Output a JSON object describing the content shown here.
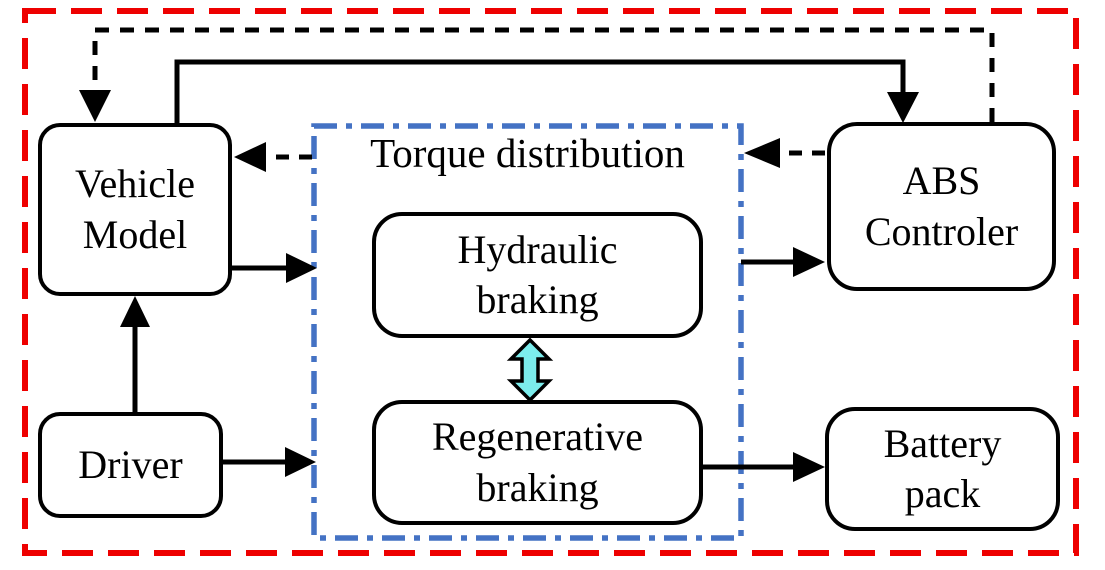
{
  "labels": {
    "torque_distribution": "Torque distribution"
  },
  "boxes": {
    "vehicle_model": {
      "line1": "Vehicle",
      "line2": "Model"
    },
    "driver": {
      "line1": "Driver"
    },
    "abs_controller": {
      "line1": "ABS",
      "line2": "Controler"
    },
    "battery_pack": {
      "line1": "Battery",
      "line2": "pack"
    },
    "hydraulic_braking": {
      "line1": "Hydraulic",
      "line2": "braking"
    },
    "regenerative_braking": {
      "line1": "Regenerative",
      "line2": "braking"
    }
  },
  "colors": {
    "outer_border_red": "#EE0000",
    "torque_group_border_blue": "#4472C4",
    "line_black": "#000000",
    "bidirectional_arrow_cyan": "#7CEDED",
    "box_fill": "#FFFFFF"
  },
  "connections": [
    {
      "from": "Vehicle Model",
      "to": "ABS Controler",
      "style": "solid",
      "route": "over-top"
    },
    {
      "from": "ABS Controler",
      "to": "Vehicle Model",
      "style": "dashed",
      "route": "over-top"
    },
    {
      "from": "Torque distribution",
      "to": "Vehicle Model",
      "style": "dashed"
    },
    {
      "from": "ABS Controler",
      "to": "Torque distribution",
      "style": "dashed"
    },
    {
      "from": "Vehicle Model",
      "to": "Torque distribution",
      "style": "solid"
    },
    {
      "from": "Torque distribution",
      "to": "ABS Controler",
      "style": "solid"
    },
    {
      "from": "Driver",
      "to": "Vehicle Model",
      "style": "solid"
    },
    {
      "from": "Driver",
      "to": "Torque distribution",
      "style": "solid"
    },
    {
      "from": "Regenerative braking",
      "to": "Battery pack",
      "style": "solid"
    },
    {
      "from": "Hydraulic braking",
      "to": "Regenerative braking",
      "style": "bidirectional"
    }
  ]
}
